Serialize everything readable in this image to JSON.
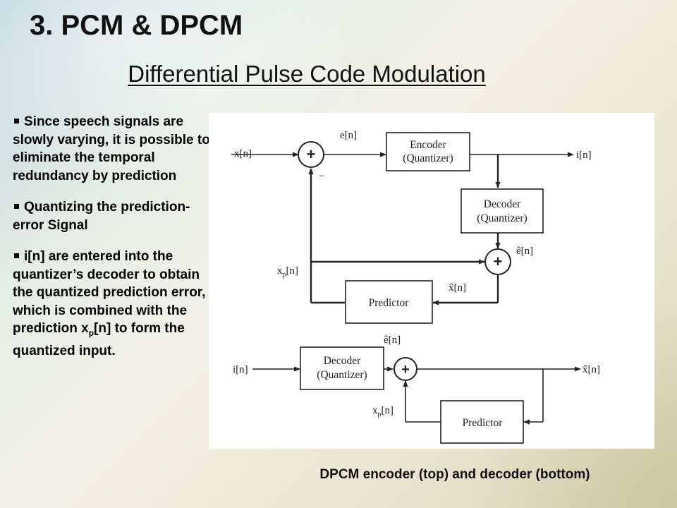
{
  "title": "3. PCM & DPCM",
  "subtitle": "Differential Pulse Code Modulation",
  "bullets": {
    "b1": "Since speech signals are slowly varying, it is possible to eliminate the temporal redundancy by prediction",
    "b2": "Quantizing the prediction-error Signal",
    "b3_pre": "i[n] are entered into the quantizer’s decoder to obtain the quantized prediction error, which is combined with the prediction x",
    "b3_sub": "p",
    "b3_post": "[n] to form the quantized input."
  },
  "encoder": {
    "input": "x[n]",
    "error": "e[n]",
    "minus": "−",
    "encoder_line1": "Encoder",
    "encoder_line2": "(Quantizer)",
    "output": "i[n]",
    "decoder_line1": "Decoder",
    "decoder_line2": "(Quantizer)",
    "ehat": "ê[n]",
    "xp": "x",
    "xp_sub": "p",
    "xp_tail": "[n]",
    "xhat": "x̂[n]",
    "predictor": "Predictor"
  },
  "decoder": {
    "ehat": "ê[n]",
    "input": "i[n]",
    "decoder_line1": "Decoder",
    "decoder_line2": "(Quantizer)",
    "output": "x̂[n]",
    "xp": "x",
    "xp_sub": "p",
    "xp_tail": "[n]",
    "predictor": "Predictor"
  },
  "plus": "+",
  "caption": "DPCM encoder (top) and decoder (bottom)"
}
